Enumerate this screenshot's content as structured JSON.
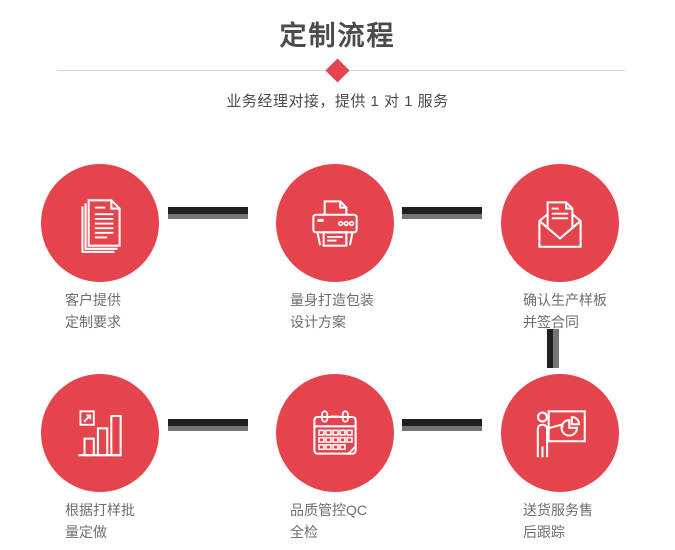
{
  "header": {
    "title": "定制流程",
    "subtitle": "业务经理对接，提供 1 对 1 服务"
  },
  "colors": {
    "accent_red": "#e5444d",
    "title_gray": "#4b4b4b",
    "label_gray": "#6e6e6e",
    "connector_black": "#1f1f1f",
    "connector_gray": "#757575",
    "divider_gray": "#d4d4d4",
    "icon_white": "#ffffff"
  },
  "icons": [
    "documents-icon",
    "printer-icon",
    "envelope-icon",
    "bar-chart-icon",
    "calendar-icon",
    "presentation-icon",
    "diamond-icon"
  ],
  "steps": [
    {
      "icon": "documents-icon",
      "label_line1": "客户提供",
      "label_line2": "定制要求"
    },
    {
      "icon": "printer-icon",
      "label_line1": "量身打造包装",
      "label_line2": "设计方案"
    },
    {
      "icon": "envelope-icon",
      "label_line1": "确认生产样板",
      "label_line2": "并签合同"
    },
    {
      "icon": "bar-chart-icon",
      "label_line1": "根据打样批",
      "label_line2": "量定做"
    },
    {
      "icon": "calendar-icon",
      "label_line1": "品质管控QC",
      "label_line2": "全检"
    },
    {
      "icon": "presentation-icon",
      "label_line1": "送货服务售",
      "label_line2": "后跟踪"
    }
  ]
}
